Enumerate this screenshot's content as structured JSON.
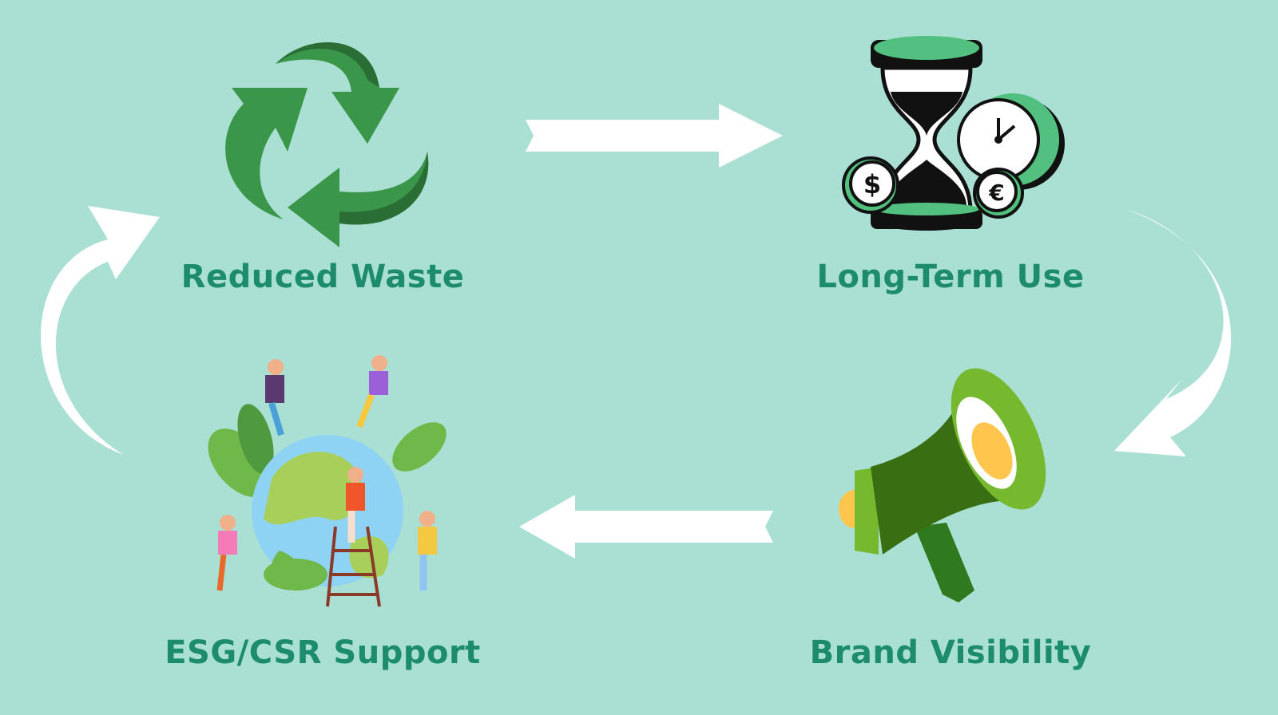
{
  "colors": {
    "background": "#a9e0d3",
    "text": "#1d8c6e",
    "arrow": "#ffffff"
  },
  "steps": [
    {
      "label": "Reduced Waste",
      "icon": "recycle-icon"
    },
    {
      "label": "Long-Term Use",
      "icon": "hourglass-clock-coins-icon"
    },
    {
      "label": "Brand Visibility",
      "icon": "megaphone-icon"
    },
    {
      "label": "ESG/CSR Support",
      "icon": "people-caring-for-earth-icon"
    }
  ]
}
